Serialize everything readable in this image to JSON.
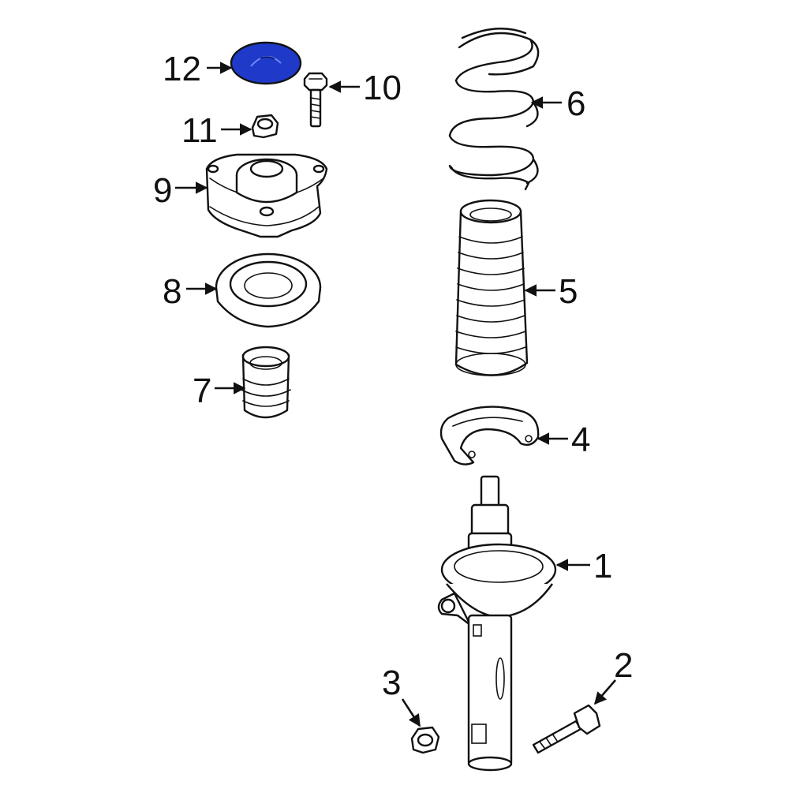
{
  "diagram": {
    "highlight_color": "#1f3ac8",
    "highlighted_part": "12",
    "callouts": [
      {
        "id": "c1",
        "label": "1"
      },
      {
        "id": "c2",
        "label": "2"
      },
      {
        "id": "c3",
        "label": "3"
      },
      {
        "id": "c4",
        "label": "4"
      },
      {
        "id": "c5",
        "label": "5"
      },
      {
        "id": "c6",
        "label": "6"
      },
      {
        "id": "c7",
        "label": "7"
      },
      {
        "id": "c8",
        "label": "8"
      },
      {
        "id": "c9",
        "label": "9"
      },
      {
        "id": "c10",
        "label": "10"
      },
      {
        "id": "c11",
        "label": "11"
      },
      {
        "id": "c12",
        "label": "12"
      }
    ]
  }
}
